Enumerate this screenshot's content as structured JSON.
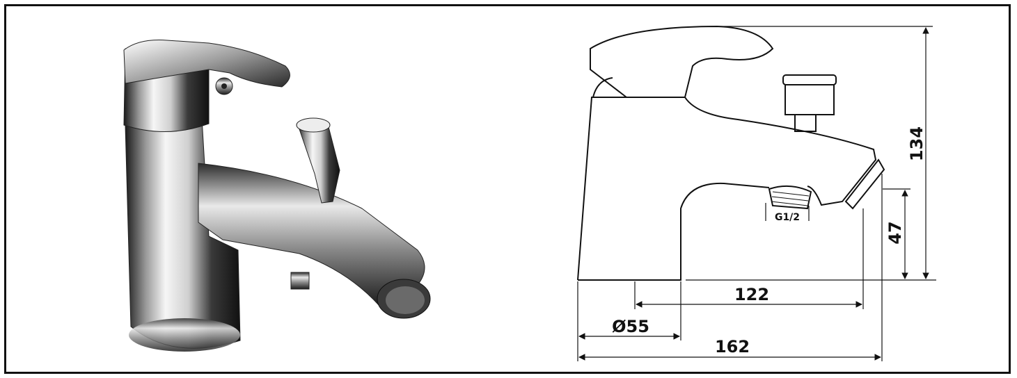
{
  "photo": {
    "icon": "faucet-photo-icon"
  },
  "drawing": {
    "overall_height": "134",
    "spout_height": "47",
    "spout_reach": "122",
    "base_diameter": "Ø55",
    "overall_length": "162",
    "thread_size": "G1/2"
  },
  "colors": {
    "line": "#111111",
    "chrome_dark": "#2a2a2a",
    "chrome_light": "#f2f2f2"
  }
}
